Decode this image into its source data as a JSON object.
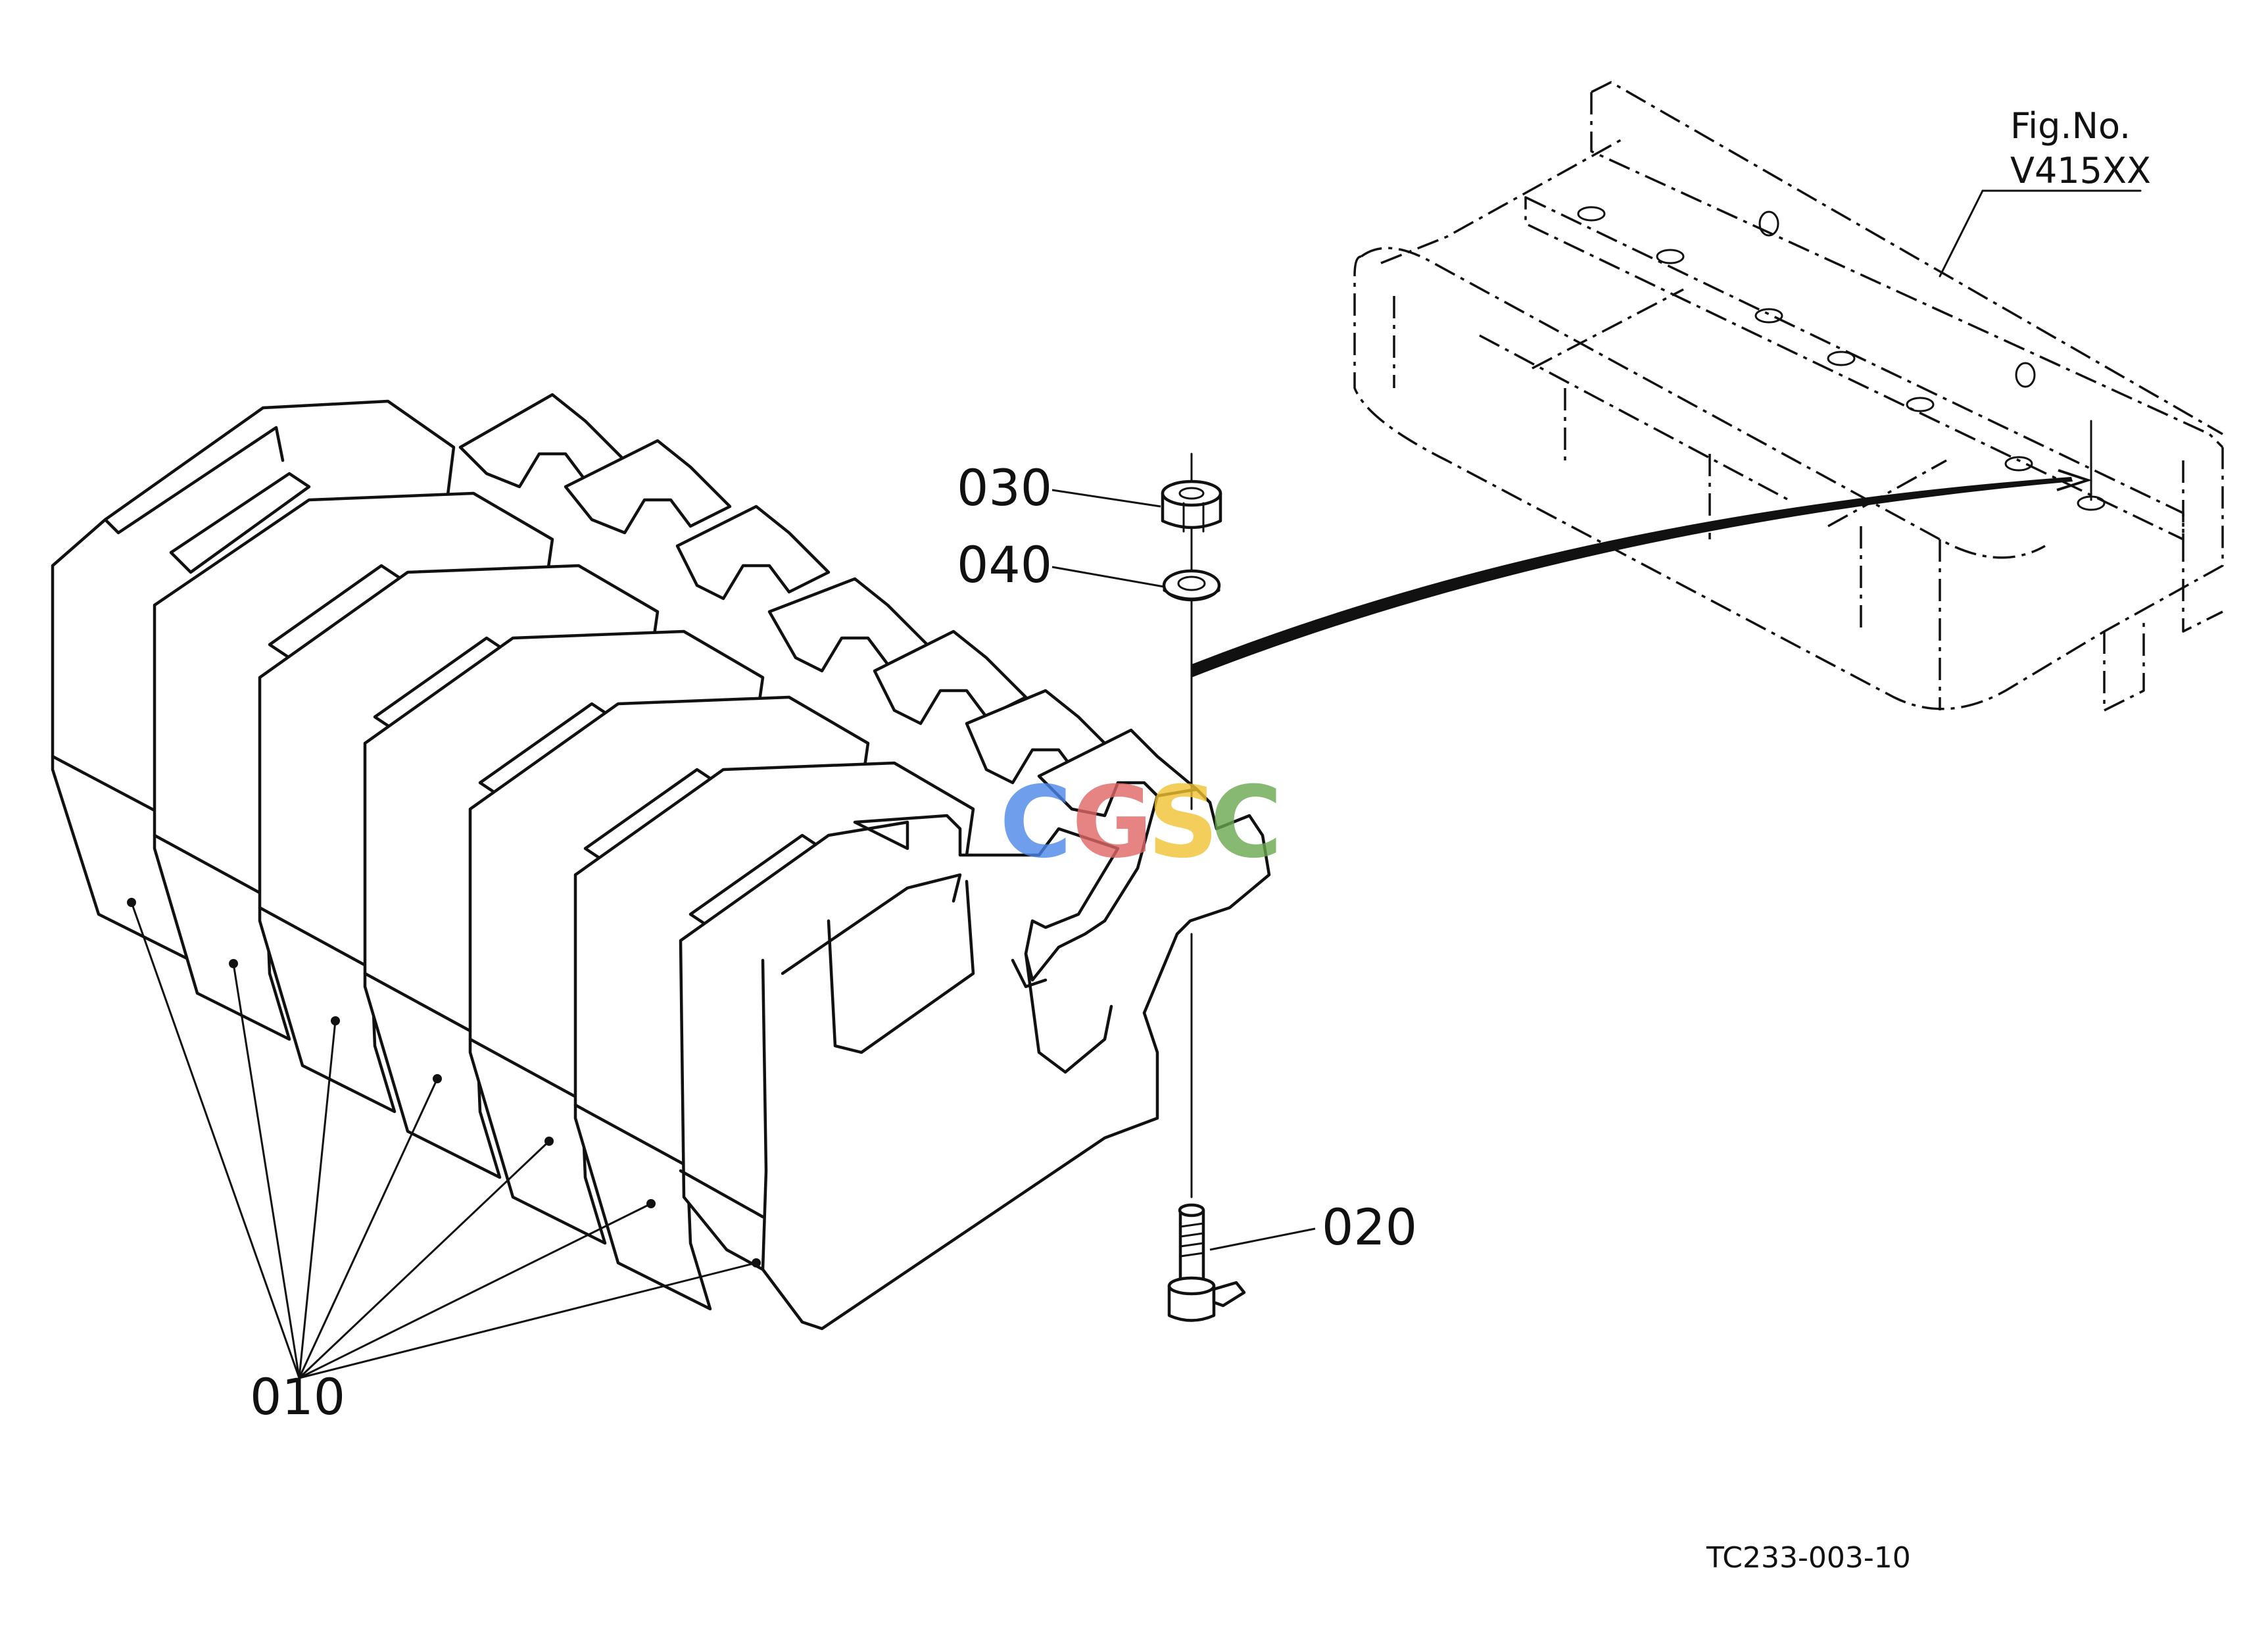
{
  "figure": {
    "fig_label": "Fig.No.",
    "fig_number": "V415XX",
    "reference_code": "TC233-003-10"
  },
  "callouts": {
    "weights": "010",
    "bolt": "020",
    "nut": "030",
    "washer": "040"
  },
  "watermark": {
    "letters": [
      "C",
      "G",
      "S",
      "C"
    ],
    "colors": [
      "#4a86e8",
      "#e06666",
      "#f1c232",
      "#6aa84f"
    ]
  }
}
